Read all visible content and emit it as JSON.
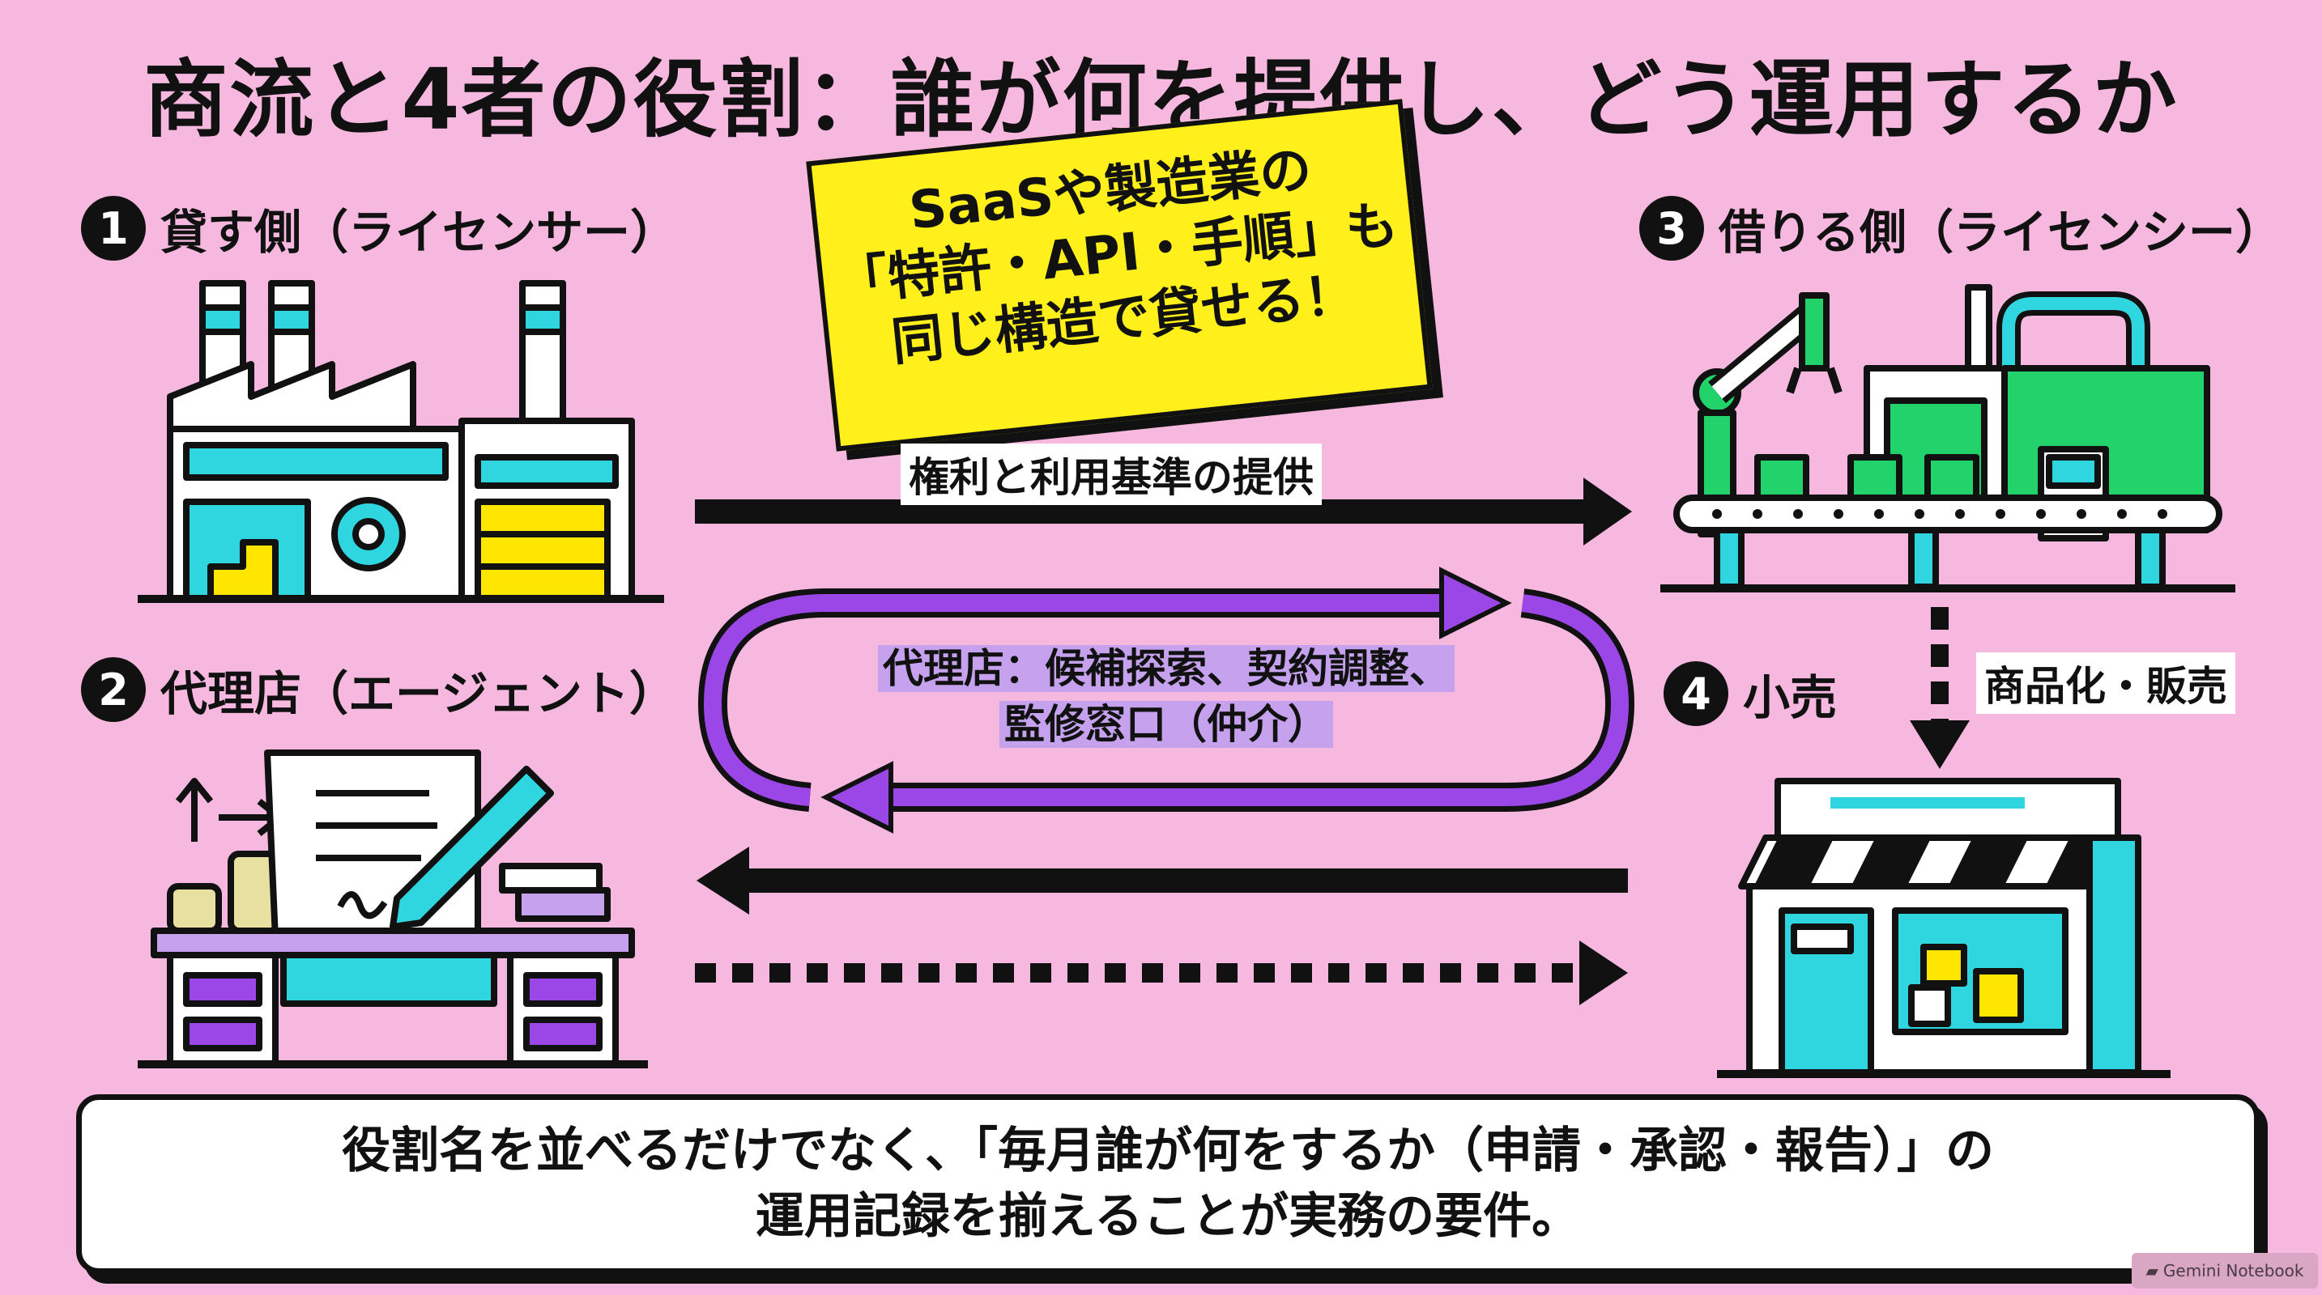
{
  "title": "商流と4者の役割：誰が何を提供し、どう運用するか",
  "sticky_note": {
    "line1": "SaaSや製造業の",
    "line2": "「特許・API・手順」も",
    "line3": "同じ構造で貸せる！"
  },
  "roles": {
    "licensor": {
      "number": "1",
      "label": "貸す側（ライセンサー）"
    },
    "agent": {
      "number": "2",
      "label": "代理店（エージェント）"
    },
    "licensee": {
      "number": "3",
      "label": "借りる側（ライセンシー）"
    },
    "retail": {
      "number": "4",
      "label": "小売"
    }
  },
  "flows": {
    "provide": "権利と利用基準の提供",
    "agent_line1": "代理店：候補探索、契約調整、",
    "agent_line2": "監修窓口（仲介）",
    "commercialize": "商品化・販売"
  },
  "bottom_note": {
    "line1": "役割名を並べるだけでなく、「毎月誰が何をするか（申請・承認・報告）」の",
    "line2": "運用記録を揃えることが実務の要件。"
  },
  "watermark": "Gemini Notebook",
  "colors": {
    "background": "#f6b8de",
    "cyan": "#2fd6e0",
    "yellow": "#ffe600",
    "green": "#22d36b",
    "purple": "#9b47e8",
    "black": "#111111"
  }
}
